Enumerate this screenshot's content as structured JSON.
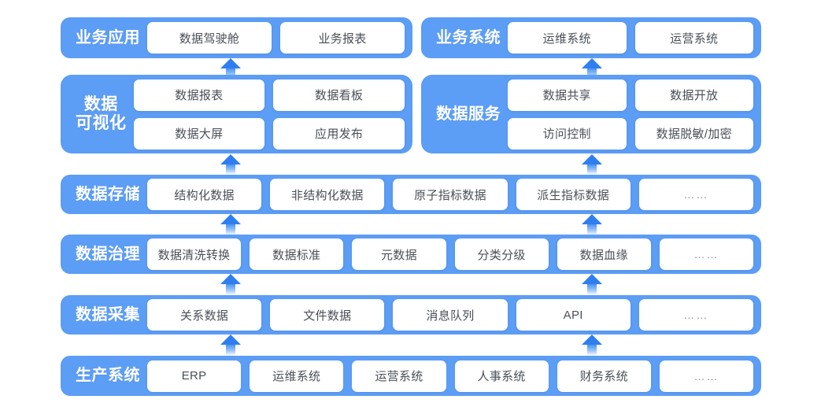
{
  "theme": {
    "accent": "#5C9DF5",
    "arrow": "#2f7ef0",
    "chip_bg": "#ffffff",
    "chip_text": "#4a4f57",
    "label_text": "#ffffff",
    "page_bg": "#ffffff"
  },
  "diagram": {
    "type": "layered-architecture",
    "direction": "bottom-to-top",
    "rows": [
      {
        "id": "business-application",
        "label": "业务应用",
        "items": [
          "数据驾驶舱",
          "业务报表"
        ]
      },
      {
        "id": "business-system",
        "label": "业务系统",
        "items": [
          "运维系统",
          "运营系统"
        ]
      },
      {
        "id": "data-visualization",
        "label": "数据\n可视化",
        "items_row1": [
          "数据报表",
          "数据看板"
        ],
        "items_row2": [
          "数据大屏",
          "应用发布"
        ]
      },
      {
        "id": "data-service",
        "label": "数据服务",
        "items_row1": [
          "数据共享",
          "数据开放"
        ],
        "items_row2": [
          "访问控制",
          "数据脱敏/加密"
        ]
      },
      {
        "id": "data-storage",
        "label": "数据存储",
        "items": [
          "结构化数据",
          "非结构化数据",
          "原子指标数据",
          "派生指标数据",
          "……"
        ]
      },
      {
        "id": "data-governance",
        "label": "数据治理",
        "items": [
          "数据清洗转换",
          "数据标准",
          "元数据",
          "分类分级",
          "数据血缘",
          "……"
        ]
      },
      {
        "id": "data-collection",
        "label": "数据采集",
        "items": [
          "关系数据",
          "文件数据",
          "消息队列",
          "API",
          "……"
        ]
      },
      {
        "id": "production-system",
        "label": "生产系统",
        "items": [
          "ERP",
          "运维系统",
          "运营系统",
          "人事系统",
          "财务系统",
          "……"
        ]
      }
    ],
    "arrows": {
      "count_per_gap": 2,
      "glyph": "up-arrow"
    }
  }
}
